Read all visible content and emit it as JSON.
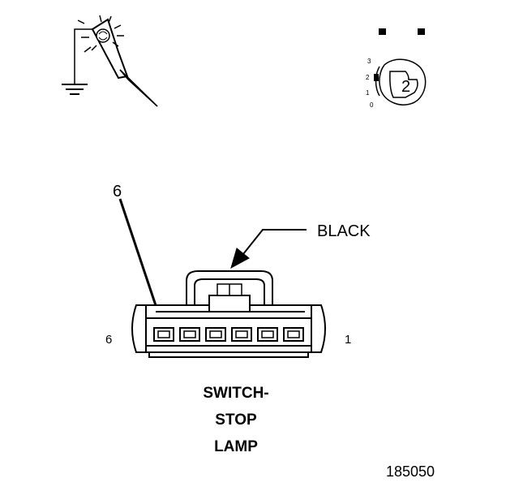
{
  "diagram": {
    "callout_pin": "6",
    "wire_color_label": "BLACK",
    "pin_left_label": "6",
    "pin_right_label": "1",
    "title_lines": [
      "SWITCH-",
      "STOP",
      "LAMP"
    ],
    "figure_code": "185050",
    "pin_count": 6
  },
  "ignition_icon": {
    "positions": [
      "3",
      "2",
      "1",
      "0"
    ],
    "selected_position": "2"
  },
  "icons": [
    "test-light-probe-icon",
    "ground-symbol-icon",
    "ignition-switch-icon",
    "connector-icon"
  ]
}
